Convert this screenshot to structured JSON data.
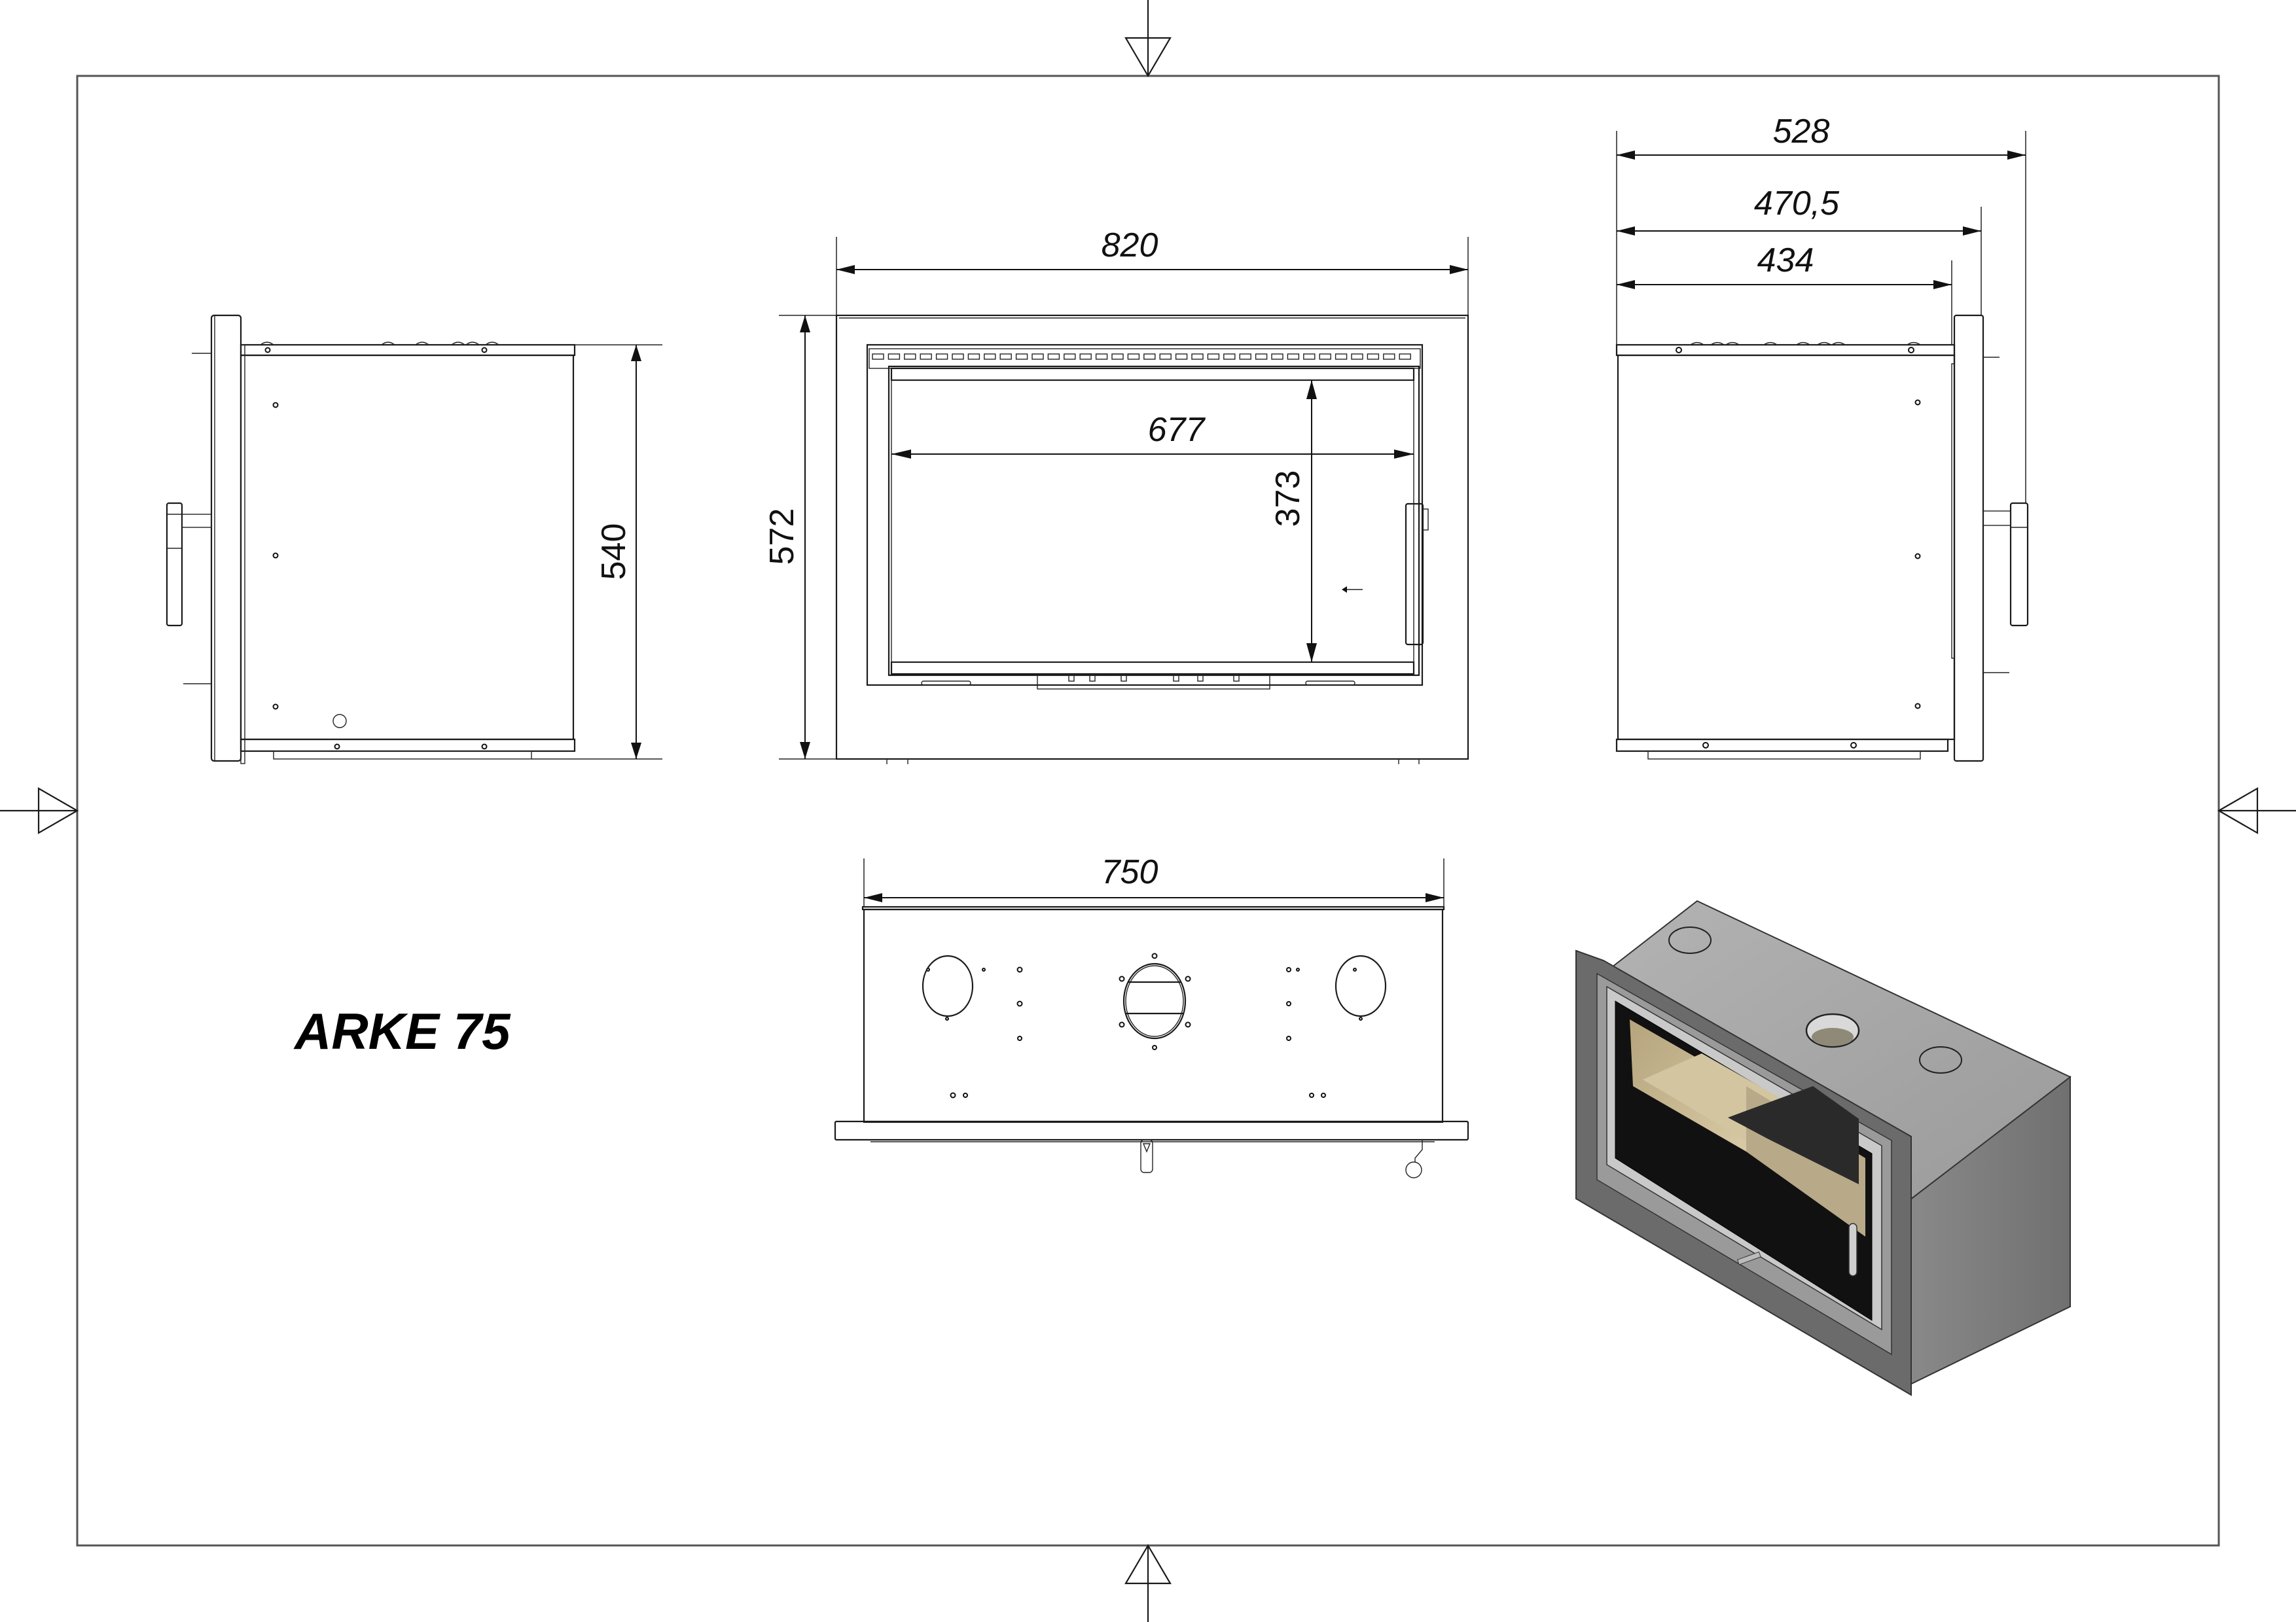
{
  "drawing": {
    "title": "ARKE 75",
    "units": "mm"
  },
  "views": {
    "left_side": {
      "label": "left-side-view",
      "height_dim": "540"
    },
    "front": {
      "label": "front-view",
      "width_dim": "820",
      "height_dim": "572",
      "glass_width_dim": "677",
      "glass_height_dim": "373"
    },
    "right_side": {
      "label": "right-side-view",
      "depth_total_dim": "528",
      "depth_mid_dim": "470,5",
      "depth_body_dim": "434"
    },
    "top": {
      "label": "top-view",
      "width_dim": "750"
    },
    "isometric": {
      "label": "isometric-3d-view"
    }
  },
  "colors": {
    "line": "#1a1a1a",
    "border": "#555555",
    "steel_top": "#a9a9a9",
    "steel_side": "#7d7d7d",
    "frame": "#6b6b6b",
    "firebrick": "#c8b894",
    "glass_dark": "#111111"
  },
  "chart_data": {
    "type": "table",
    "title": "ARKE 75",
    "dimensions_mm": [
      {
        "name": "overall width (front frame)",
        "value": 820
      },
      {
        "name": "overall height (front frame)",
        "value": 572
      },
      {
        "name": "body height (side)",
        "value": 540
      },
      {
        "name": "glass width",
        "value": 677
      },
      {
        "name": "glass height",
        "value": 373
      },
      {
        "name": "total depth incl. handle",
        "value": 528
      },
      {
        "name": "depth incl. frame",
        "value": 470.5
      },
      {
        "name": "body depth",
        "value": 434
      },
      {
        "name": "body width (top view)",
        "value": 750
      }
    ]
  }
}
